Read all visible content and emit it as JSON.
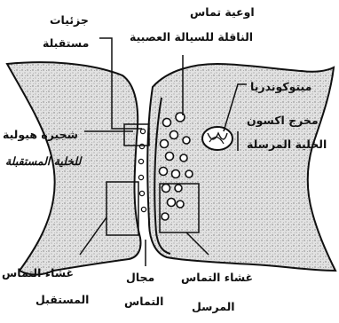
{
  "labels": {
    "receptor_molecules": [
      "جزئيات",
      "مستقبلة"
    ],
    "synaptic_vesicles": [
      "اوعية تماس",
      "الناقلة للسيالة العصبية"
    ],
    "mitochondria": "ميتوكوندريا",
    "postsynaptic_dendrite": [
      "شجيرة هيولية",
      "للخلية المستقبلة"
    ],
    "axon_terminal": [
      "مخرج اكسون",
      "الخلية المرسلة"
    ],
    "postsynaptic_membrane": [
      "غشاء التماس",
      "المستقبل"
    ],
    "synaptic_cleft": [
      "مجال",
      "التماس"
    ],
    "presynaptic_membrane": [
      "غشاء التماس",
      "المرسل"
    ]
  },
  "colors": {
    "ink": "#111111",
    "stipple_fill": "#d6d6d6"
  }
}
